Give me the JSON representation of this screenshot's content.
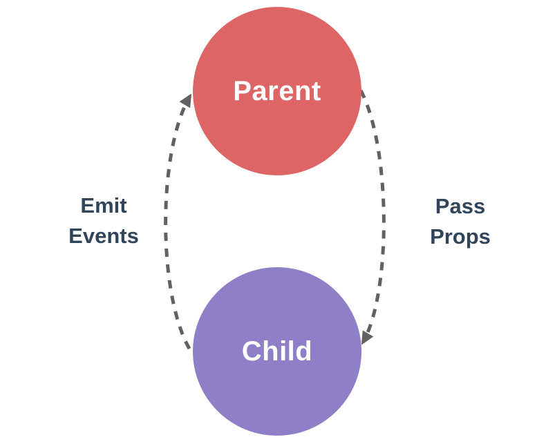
{
  "diagram": {
    "type": "component-communication-diagram",
    "nodes": [
      {
        "id": "parent",
        "label": "Parent",
        "shape": "circle",
        "fill": "#DD6565",
        "text_color": "#FFFFFF"
      },
      {
        "id": "child",
        "label": "Child",
        "shape": "circle",
        "fill": "#8E7FC6",
        "text_color": "#FFFFFF"
      }
    ],
    "edges": [
      {
        "id": "emit-events",
        "label_line1": "Emit",
        "label_line2": "Events",
        "from": "Child",
        "to": "Parent",
        "style": "dashed",
        "side": "left"
      },
      {
        "id": "pass-props",
        "label_line1": "Pass",
        "label_line2": "Props",
        "from": "Parent",
        "to": "Child",
        "style": "dashed",
        "side": "right"
      }
    ],
    "colors": {
      "arrow": "#616161",
      "edge_label_text": "#31455A",
      "background": "#FFFFFF"
    }
  }
}
